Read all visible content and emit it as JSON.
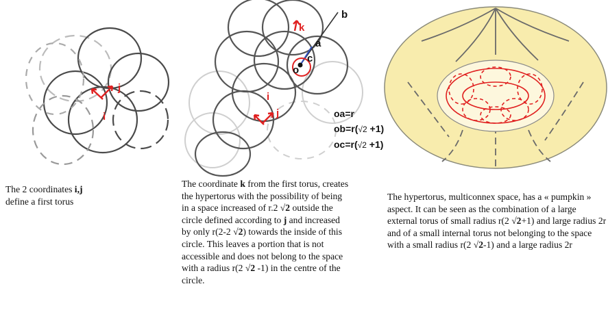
{
  "figure1": {
    "labels": {
      "i": "i",
      "j": "j"
    },
    "caption": {
      "part1": "The 2 coordinates ",
      "coords": "i,j",
      "part2": "define a first torus"
    }
  },
  "figure2": {
    "labels": {
      "i": "i",
      "j": "j",
      "k": "k",
      "o": "o",
      "a": "a",
      "b": "b",
      "c": "c"
    },
    "equations": {
      "oa": "oa=r",
      "ob_prefix": "ob=r(",
      "ob_root": "√2",
      "ob_suffix": " +1)",
      "oc_prefix": "oc=r(",
      "oc_root": "√2",
      "oc_suffix": " +1)"
    },
    "caption": {
      "t1": "The coordinate ",
      "k": "k",
      "t2": " from the first torus, creates the hypertorus with the possibility of being in a space increased of r.2 √",
      "two1": "2",
      "t3": " outside the circle defined according to ",
      "j": "j",
      "t4": " and increased by only r(2-2 √",
      "two2": "2",
      "t5": ")  towards the inside of this circle. This leaves a portion that is not accessible and does not belong to the space with a radius r(2 √",
      "two3": "2",
      "t6": " -1) in the centre of the circle."
    }
  },
  "figure3": {
    "colors": {
      "fill": "#f8ecad",
      "red": "#e02020",
      "line": "#6a6a6a"
    },
    "caption": {
      "t1": "The hypertorus, multiconnex space, has a « pumpkin » aspect. It can be seen as the combination of a large external torus of small radius r(2 √",
      "two1": "2",
      "t2": "+1) and large radius 2r and of a small internal torus not belonging to the space with a small radius r(2 √",
      "two2": "2",
      "t3": "-1) and a large radius 2r"
    }
  }
}
